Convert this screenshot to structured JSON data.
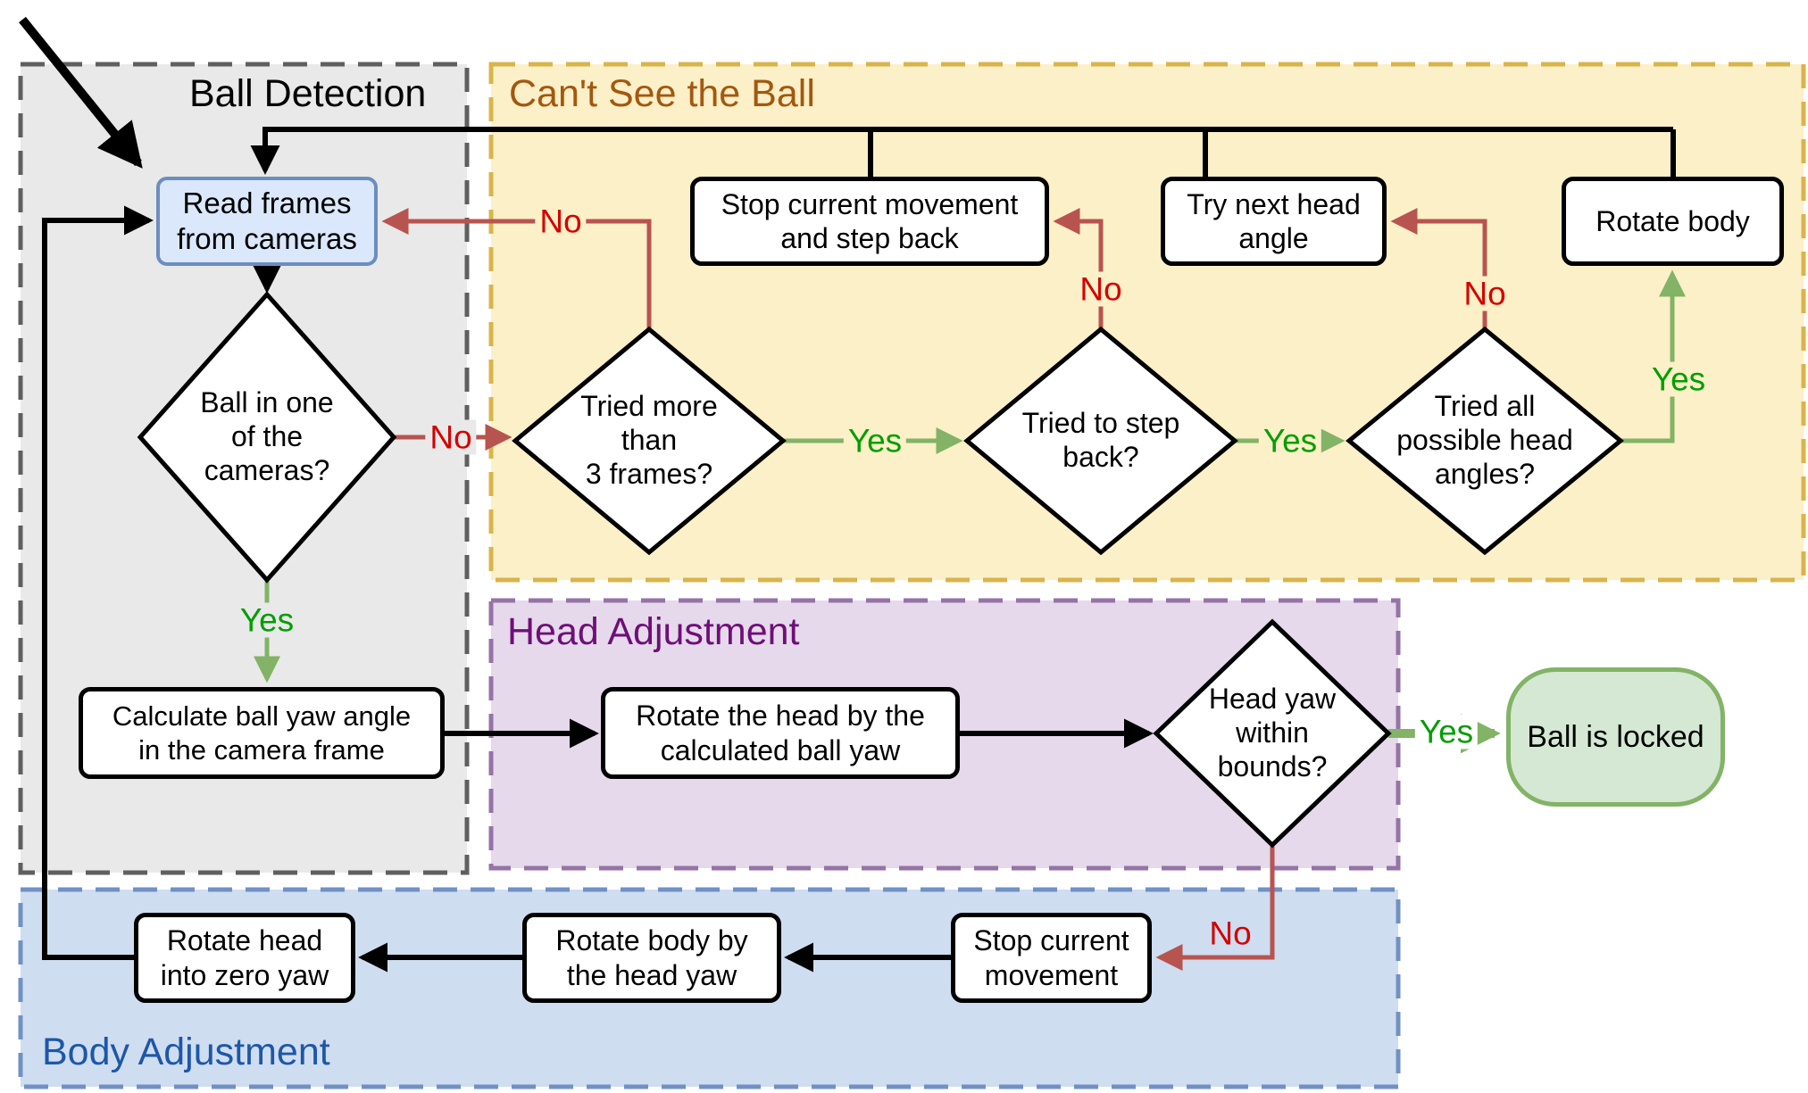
{
  "regions": {
    "ball_detection": {
      "title": "Ball Detection",
      "fill": "#E9E9E9",
      "border": "#5F5F5F",
      "title_color": "#000000"
    },
    "cant_see_ball": {
      "title": "Can't See the Ball",
      "fill": "#FBF0C7",
      "border": "#D8B44D",
      "title_color": "#A4570F"
    },
    "head_adjustment": {
      "title": "Head Adjustment",
      "fill": "#E5D9EB",
      "border": "#9673A6",
      "title_color": "#6F0E79"
    },
    "body_adjustment": {
      "title": "Body Adjustment",
      "fill": "#CFDDF0",
      "border": "#7191C4",
      "title_color": "#1D57A8"
    }
  },
  "nodes": {
    "read_frames": {
      "label": "Read frames\nfrom cameras",
      "fill": "#DBE8FB",
      "border": "#6C8EBF"
    },
    "stop_movement_step_back": {
      "label": "Stop current movement\nand step back"
    },
    "try_next_head_angle": {
      "label": "Try next head\nangle"
    },
    "rotate_body": {
      "label": "Rotate body"
    },
    "ball_in_one_cameras": {
      "label": "Ball in one\nof the\ncameras?"
    },
    "tried_more_3_frames": {
      "label": "Tried more\nthan\n3 frames?"
    },
    "tried_step_back": {
      "label": "Tried to step\nback?"
    },
    "tried_all_head_angles": {
      "label": "Tried all\npossible head\nangles?"
    },
    "calculate_ball_yaw": {
      "label": "Calculate ball yaw angle\nin the camera frame"
    },
    "rotate_head_by_yaw": {
      "label": "Rotate the head by the\ncalculated ball yaw"
    },
    "head_yaw_within_bounds": {
      "label": "Head yaw\nwithin\nbounds?"
    },
    "ball_is_locked": {
      "label": "Ball is locked",
      "fill": "#D5E8D4",
      "border": "#82B366"
    },
    "stop_current_movement": {
      "label": "Stop current\nmovement"
    },
    "rotate_body_by_head_yaw": {
      "label": "Rotate body by\nthe head yaw"
    },
    "rotate_head_zero_yaw": {
      "label": "Rotate head\ninto zero yaw"
    }
  },
  "edge_labels": {
    "yes": "Yes",
    "no": "No",
    "yes_color": "#009E00",
    "no_color": "#D40000"
  },
  "connector_colors": {
    "black": "#000000",
    "red": "#B85450",
    "green": "#82B366"
  }
}
